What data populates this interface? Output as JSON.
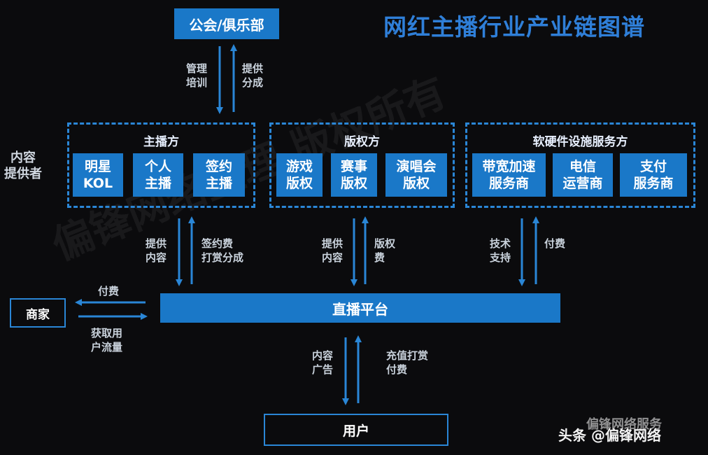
{
  "title": "网红主播行业产业链图谱",
  "top_box": "公会/俱乐部",
  "top_arrows": {
    "down_label": [
      "管理",
      "培训"
    ],
    "up_label": [
      "提供",
      "分成"
    ]
  },
  "side_label": [
    "内容",
    "提供者"
  ],
  "groups": [
    {
      "title": "主播方",
      "items": [
        [
          "明星",
          "KOL"
        ],
        [
          "个人",
          "主播"
        ],
        [
          "签约",
          "主播"
        ]
      ]
    },
    {
      "title": "版权方",
      "items": [
        [
          "游戏",
          "版权"
        ],
        [
          "赛事",
          "版权"
        ],
        [
          "演唱会",
          "版权"
        ]
      ]
    },
    {
      "title": "软硬件设施服务方",
      "items": [
        [
          "带宽加速",
          "服务商"
        ],
        [
          "电信",
          "运营商"
        ],
        [
          "支付",
          "服务商"
        ]
      ]
    }
  ],
  "mid_arrows": [
    {
      "left_label": [
        "提供",
        "内容"
      ],
      "right_label": [
        "签约费",
        "打赏分成"
      ]
    },
    {
      "left_label": [
        "提供",
        "内容"
      ],
      "right_label": [
        "版权",
        "费"
      ]
    },
    {
      "left_label": [
        "技术",
        "支持"
      ],
      "right_label": [
        "付费"
      ]
    }
  ],
  "platform": "直播平台",
  "merchant": "商家",
  "merchant_arrows": {
    "top_label": "付费",
    "bottom_label": [
      "获取用",
      "户流量"
    ]
  },
  "bottom_arrows": {
    "left_label": [
      "内容",
      "广告"
    ],
    "right_label": [
      "充值打赏",
      "付费"
    ]
  },
  "user_box": "用户",
  "watermark": "偏锋网络整理 版权所有",
  "footer": {
    "main": "头条 @偏锋网络",
    "overlay": "偏锋网络服务"
  },
  "colors": {
    "background": "#0b0b0d",
    "accent": "#1a78c8",
    "title": "#2f7fd8",
    "arrow": "#2a86d6"
  }
}
